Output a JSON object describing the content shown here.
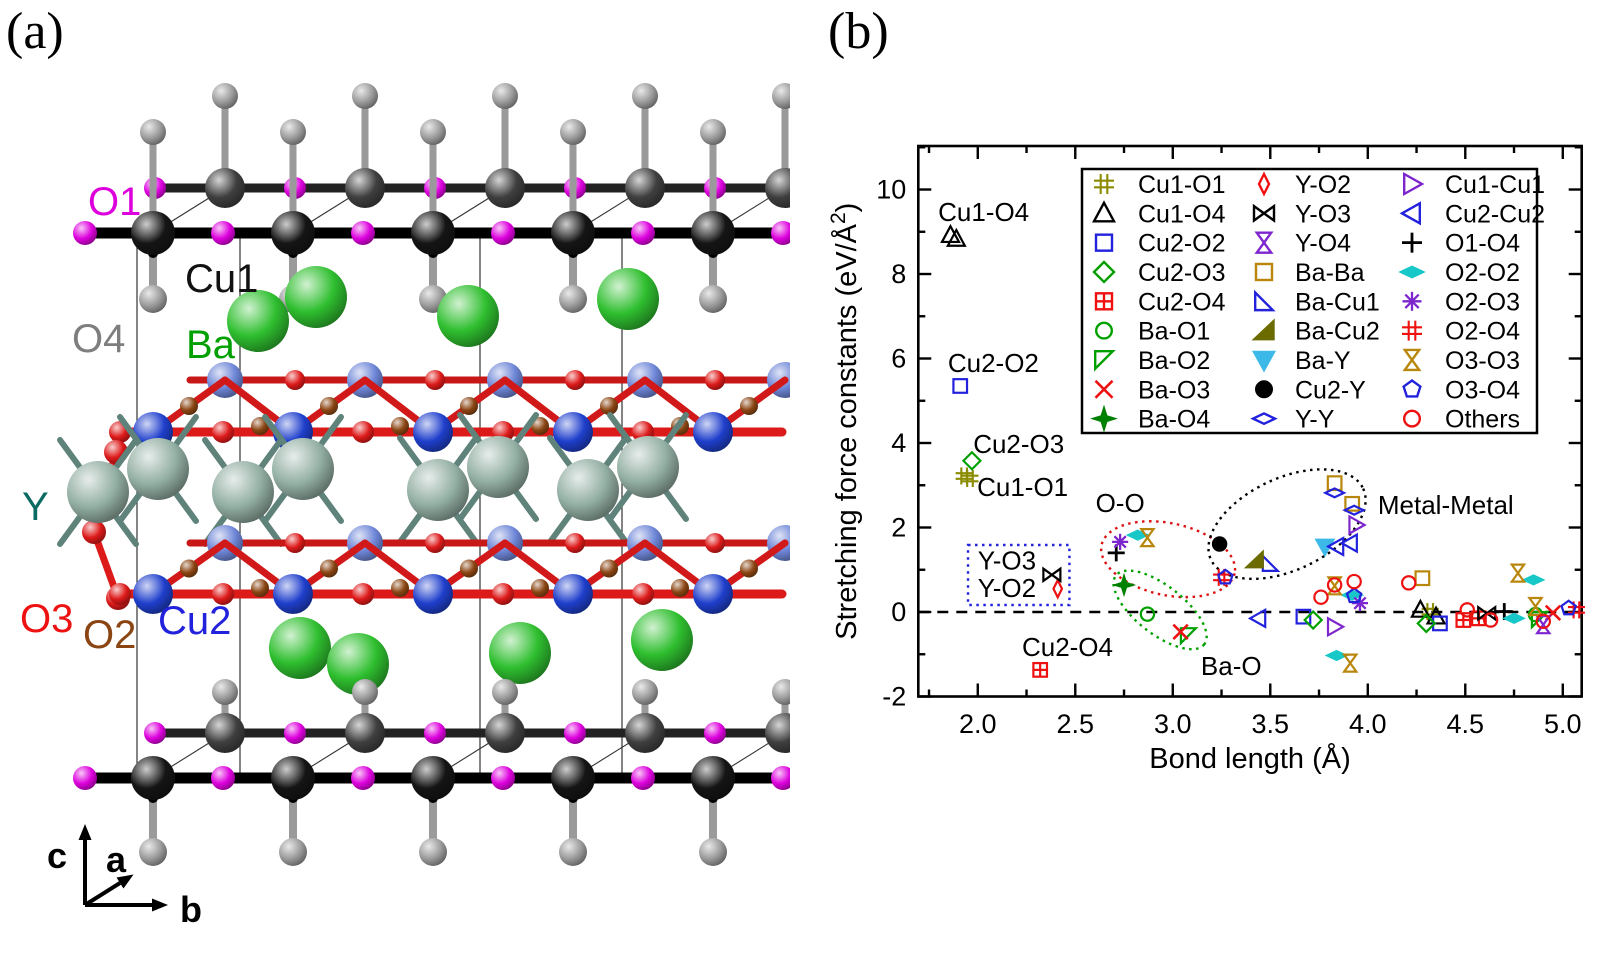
{
  "panel_a": {
    "label": "(a)",
    "atom_labels": [
      {
        "key": "O1",
        "text": "O1",
        "color": "#DD00DD"
      },
      {
        "key": "Cu1",
        "text": "Cu1",
        "color": "#111111"
      },
      {
        "key": "O4",
        "text": "O4",
        "color": "#7E7E7E"
      },
      {
        "key": "Ba",
        "text": "Ba",
        "color": "#00A000"
      },
      {
        "key": "Y",
        "text": "Y",
        "color": "#0B6B63"
      },
      {
        "key": "O3",
        "text": "O3",
        "color": "#EE1111"
      },
      {
        "key": "O2",
        "text": "O2",
        "color": "#8B4513"
      },
      {
        "key": "Cu2",
        "text": "Cu2",
        "color": "#2222DD"
      }
    ],
    "axes": {
      "c": "c",
      "a": "a",
      "b": "b"
    },
    "atom_colors": {
      "Cu1": "#151515",
      "Cu1_back": "#3F3F3F",
      "O1": "#DD00DD",
      "O4": "#9C9C9C",
      "Ba": "#2FBF2F",
      "Y": "#93AFA3",
      "Cu2": "#1F3FCC",
      "Cu2_back": "#6E86D8",
      "O3": "#DD1A1A",
      "O2": "#8B4513"
    }
  },
  "panel_b": {
    "label": "(b)"
  },
  "chart_data": {
    "type": "scatter",
    "title": "",
    "xlabel": "Bond length (Å)",
    "ylabel": "Stretching force constants (eV/Å²)",
    "xlim": [
      1.695,
      5.097
    ],
    "ylim": [
      -2,
      11.03
    ],
    "grid": false,
    "zero_line": true,
    "xticks": {
      "major": [
        2.0,
        2.5,
        3.0,
        3.5,
        4.0,
        4.5,
        5.0
      ],
      "labels": [
        "2.0",
        "2.5",
        "3.0",
        "3.5",
        "4.0",
        "4.5",
        "5.0"
      ],
      "minor": [
        1.75,
        2.25,
        2.75,
        3.25,
        3.75,
        4.25,
        4.75
      ]
    },
    "yticks": {
      "major": [
        -2,
        0,
        2,
        4,
        6,
        8,
        10
      ],
      "labels": [
        "-2",
        "0",
        "2",
        "4",
        "6",
        "8",
        "10"
      ],
      "minor": [
        -1,
        1,
        3,
        5,
        7,
        9,
        11
      ]
    },
    "legend_position": "top-right",
    "legend_columns": 3,
    "series": [
      {
        "name": "Cu1-O1",
        "marker": "hash",
        "color": "#8B8B00",
        "filled": false,
        "points": [
          [
            1.93,
            3.22
          ],
          [
            1.96,
            3.16
          ],
          [
            4.32,
            0.01
          ]
        ]
      },
      {
        "name": "Cu1-O4",
        "marker": "triangle-up",
        "color": "#000000",
        "filled": false,
        "points": [
          [
            1.86,
            8.92
          ],
          [
            1.89,
            8.83
          ],
          [
            4.27,
            0.05
          ],
          [
            4.35,
            -0.11
          ]
        ]
      },
      {
        "name": "Cu2-O2",
        "marker": "square",
        "color": "#2222DD",
        "filled": false,
        "points": [
          [
            1.91,
            5.35
          ],
          [
            3.67,
            -0.11
          ],
          [
            4.37,
            -0.27
          ]
        ]
      },
      {
        "name": "Cu2-O3",
        "marker": "diamond",
        "color": "#00A000",
        "filled": false,
        "points": [
          [
            1.97,
            3.58
          ],
          [
            3.72,
            -0.19
          ],
          [
            4.3,
            -0.27
          ]
        ]
      },
      {
        "name": "Cu2-O4",
        "marker": "square-cross",
        "color": "#EE1111",
        "filled": false,
        "points": [
          [
            2.32,
            -1.37
          ],
          [
            4.49,
            -0.19
          ],
          [
            4.57,
            -0.15
          ]
        ]
      },
      {
        "name": "Ba-O1",
        "marker": "circle",
        "color": "#00A000",
        "filled": false,
        "points": [
          [
            2.87,
            -0.05
          ],
          [
            4.86,
            -0.06
          ]
        ]
      },
      {
        "name": "Ba-O2",
        "marker": "triangle-ul",
        "color": "#00A000",
        "filled": false,
        "points": [
          [
            3.08,
            -0.56
          ],
          [
            4.88,
            -0.18
          ]
        ]
      },
      {
        "name": "Ba-O3",
        "marker": "x",
        "color": "#EE1111",
        "filled": false,
        "points": [
          [
            3.04,
            -0.47
          ],
          [
            4.95,
            -0.02
          ]
        ]
      },
      {
        "name": "Ba-O4",
        "marker": "star4",
        "color": "#008000",
        "filled": true,
        "points": [
          [
            2.75,
            0.64
          ]
        ]
      },
      {
        "name": "Y-O2",
        "marker": "thin-diamond",
        "color": "#EE1111",
        "filled": false,
        "points": [
          [
            2.41,
            0.55
          ]
        ]
      },
      {
        "name": "Y-O3",
        "marker": "bowtie-h",
        "color": "#000000",
        "filled": false,
        "points": [
          [
            2.38,
            0.88
          ],
          [
            4.61,
            -0.03
          ]
        ]
      },
      {
        "name": "Y-O4",
        "marker": "bowtie-v",
        "color": "#7D26CD",
        "filled": false,
        "points": [
          [
            4.9,
            -0.3
          ]
        ]
      },
      {
        "name": "Ba-Ba",
        "marker": "square",
        "color": "#B8860B",
        "filled": false,
        "points": [
          [
            3.83,
            3.05
          ],
          [
            3.92,
            2.56
          ],
          [
            4.28,
            0.8
          ]
        ]
      },
      {
        "name": "Ba-Cu1",
        "marker": "triangle-ll",
        "color": "#2222DD",
        "filled": false,
        "points": [
          [
            3.5,
            1.15
          ]
        ]
      },
      {
        "name": "Ba-Cu2",
        "marker": "triangle-lr",
        "color": "#6B6B00",
        "filled": true,
        "points": [
          [
            3.42,
            1.23
          ]
        ]
      },
      {
        "name": "Ba-Y",
        "marker": "triangle-down",
        "color": "#3CB9E8",
        "filled": true,
        "points": [
          [
            3.78,
            1.55
          ]
        ]
      },
      {
        "name": "Cu2-Y",
        "marker": "circle",
        "color": "#000000",
        "filled": true,
        "points": [
          [
            3.24,
            1.61
          ]
        ]
      },
      {
        "name": "Y-Y",
        "marker": "h-diamond",
        "color": "#2222DD",
        "filled": false,
        "points": [
          [
            3.83,
            2.82
          ],
          [
            3.93,
            2.41
          ]
        ]
      },
      {
        "name": "Cu1-Cu1",
        "marker": "triangle-right",
        "color": "#7D26CD",
        "filled": false,
        "points": [
          [
            3.94,
            2.06
          ],
          [
            3.83,
            -0.35
          ]
        ]
      },
      {
        "name": "Cu2-Cu2",
        "marker": "triangle-left",
        "color": "#2222DD",
        "filled": false,
        "points": [
          [
            3.84,
            1.55
          ],
          [
            3.91,
            1.63
          ],
          [
            3.44,
            -0.15
          ]
        ]
      },
      {
        "name": "O1-O4",
        "marker": "plus",
        "color": "#000000",
        "filled": false,
        "points": [
          [
            2.71,
            1.4
          ],
          [
            4.7,
            0.01
          ]
        ]
      },
      {
        "name": "O2-O2",
        "marker": "h-diamond",
        "color": "#18C8C8",
        "filled": true,
        "points": [
          [
            2.82,
            1.82
          ],
          [
            3.92,
            0.4
          ],
          [
            3.84,
            -1.03
          ],
          [
            4.75,
            -0.15
          ],
          [
            4.85,
            0.76
          ]
        ]
      },
      {
        "name": "O2-O3",
        "marker": "asterisk",
        "color": "#7D26CD",
        "filled": false,
        "points": [
          [
            2.73,
            1.66
          ],
          [
            3.96,
            0.21
          ]
        ]
      },
      {
        "name": "O2-O4",
        "marker": "hash",
        "color": "#EE1111",
        "filled": false,
        "points": [
          [
            3.25,
            0.82
          ],
          [
            5.07,
            0.05
          ]
        ]
      },
      {
        "name": "O3-O3",
        "marker": "bowtie-v",
        "color": "#B8860B",
        "filled": false,
        "points": [
          [
            2.87,
            1.76
          ],
          [
            3.83,
            0.62
          ],
          [
            3.91,
            -1.21
          ],
          [
            4.77,
            0.92
          ],
          [
            4.86,
            0.13
          ]
        ]
      },
      {
        "name": "O3-O4",
        "marker": "pentagon",
        "color": "#2222DD",
        "filled": false,
        "points": [
          [
            3.27,
            0.82
          ],
          [
            3.93,
            0.38
          ],
          [
            5.03,
            0.09
          ]
        ]
      },
      {
        "name": "Others",
        "marker": "circle",
        "color": "#EE1111",
        "filled": false,
        "points": [
          [
            3.76,
            0.35
          ],
          [
            3.83,
            0.64
          ],
          [
            3.93,
            0.72
          ],
          [
            4.21,
            0.69
          ],
          [
            4.51,
            0.05
          ],
          [
            4.63,
            -0.19
          ],
          [
            4.9,
            -0.22
          ]
        ]
      }
    ],
    "annotations": [
      {
        "text": "Cu1-O4",
        "x": 2.03,
        "y": 9.47
      },
      {
        "text": "Cu2-O2",
        "x": 2.08,
        "y": 5.89
      },
      {
        "text": "Cu2-O3",
        "x": 2.21,
        "y": 3.98
      },
      {
        "text": "Cu1-O1",
        "x": 2.23,
        "y": 2.96
      },
      {
        "text": "O-O",
        "x": 2.73,
        "y": 2.58
      },
      {
        "text": "Metal-Metal",
        "x": 4.4,
        "y": 2.53
      },
      {
        "text": "Ba-O",
        "x": 3.3,
        "y": -1.28
      },
      {
        "text": "Cu2-O4",
        "x": 2.46,
        "y": -0.83
      }
    ],
    "ellipses": [
      {
        "label": "O-O",
        "color": "#DD1111",
        "cx": 2.976,
        "cy": 1.25,
        "rx": 68,
        "ry": 36,
        "rot": 12
      },
      {
        "label": "Ba-O",
        "color": "#00A000",
        "cx": 2.935,
        "cy": 0.05,
        "rx": 56,
        "ry": 24,
        "rot": 38
      },
      {
        "label": "Metal-Metal",
        "color": "#000000",
        "cx": 3.586,
        "cy": 2.08,
        "rx": 84,
        "ry": 46,
        "rot": -25
      }
    ],
    "callout_box": {
      "color": "#2222DD",
      "x1": 1.95,
      "y1": 1.586,
      "x2": 2.47,
      "y2": 0.166,
      "labels": [
        {
          "text": "Y-O3",
          "x": 2.0,
          "y": 1.22
        },
        {
          "text": "Y-O2",
          "x": 2.0,
          "y": 0.57
        }
      ]
    }
  }
}
